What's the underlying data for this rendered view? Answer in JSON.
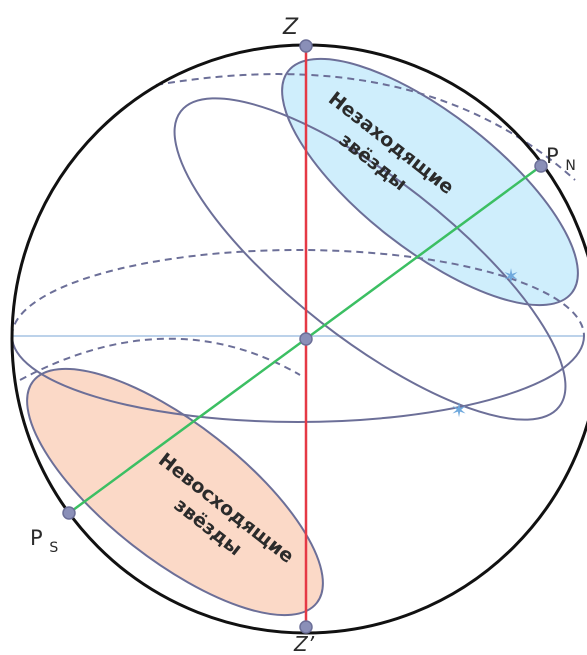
{
  "labels": {
    "zenith": "Z",
    "nadir": "Z’",
    "north_pole": "P",
    "north_pole_sub": "N",
    "south_pole": "P",
    "south_pole_sub": "S"
  },
  "regions": {
    "never_setting": {
      "line1": "Незаходящие",
      "line2": "звёзды",
      "fill": "#cfeefc"
    },
    "never_rising": {
      "line1": "Невосходящие",
      "line2": "звёзды",
      "fill": "#fbd9c7"
    }
  },
  "colors": {
    "sphere": "#111111",
    "vertical_axis": "#e53945",
    "world_axis": "#3cbf63",
    "circles": "#6c6f98",
    "horizon_line": "#bcd2ea",
    "points": "#8a8fb8",
    "stars": "#6fa9dd"
  },
  "icons": {
    "star_marker": "star-icon",
    "point_marker": "circle-point-icon"
  }
}
